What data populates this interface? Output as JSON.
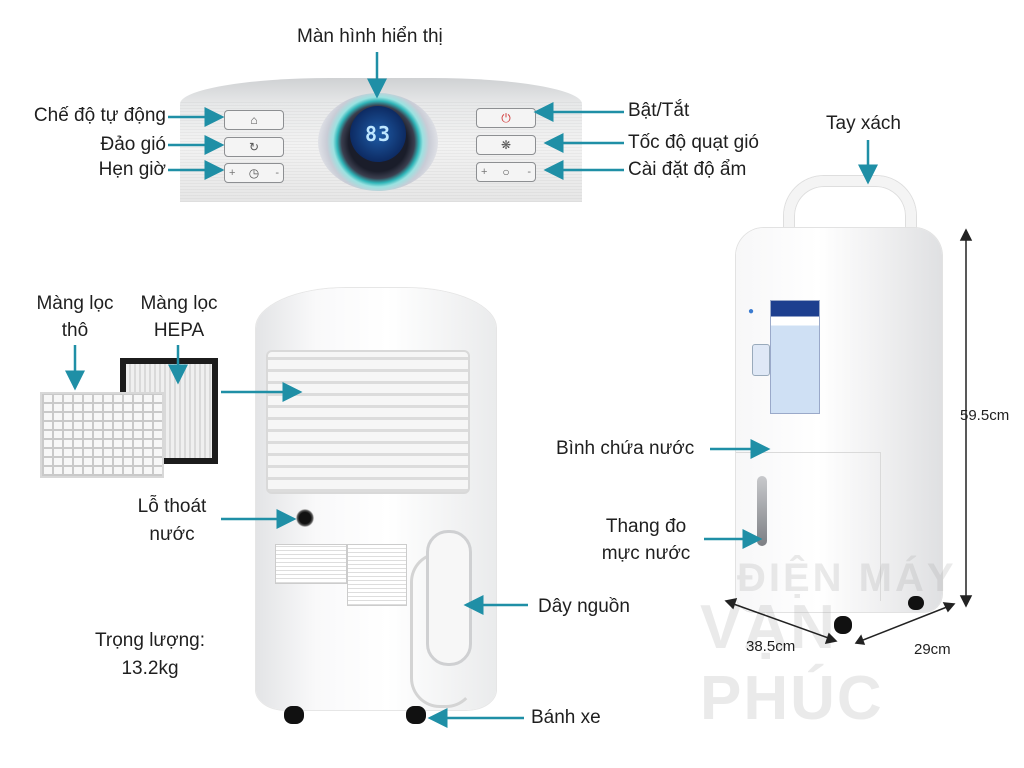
{
  "labels": {
    "display": "Màn hình hiển thị",
    "auto_mode": "Chế độ tự động",
    "swing": "Đảo gió",
    "timer": "Hẹn giờ",
    "power": "Bật/Tắt",
    "fan_speed": "Tốc độ quạt gió",
    "humidity_setting": "Cài đặt độ ẩm",
    "handle": "Tay xách",
    "coarse_filter_1": "Màng lọc",
    "coarse_filter_2": "thô",
    "hepa_filter_1": "Màng lọc",
    "hepa_filter_2": "HEPA",
    "drain_1": "Lỗ thoát",
    "drain_2": "nước",
    "water_tank": "Bình chứa nước",
    "level_gauge_1": "Thang đo",
    "level_gauge_2": "mực nước",
    "power_cord": "Dây nguồn",
    "weight_1": "Trọng lượng:",
    "weight_2": "13.2kg",
    "wheels": "Bánh xe"
  },
  "dimensions": {
    "height": "59.5cm",
    "width": "38.5cm",
    "depth": "29cm"
  },
  "display_reading": "83",
  "watermark": {
    "line1": "ĐIỆN MÁY",
    "line2": "VẠN PHÚC"
  },
  "colors": {
    "callout": "#1f8fa6",
    "arrow": "#1f8fa6"
  }
}
